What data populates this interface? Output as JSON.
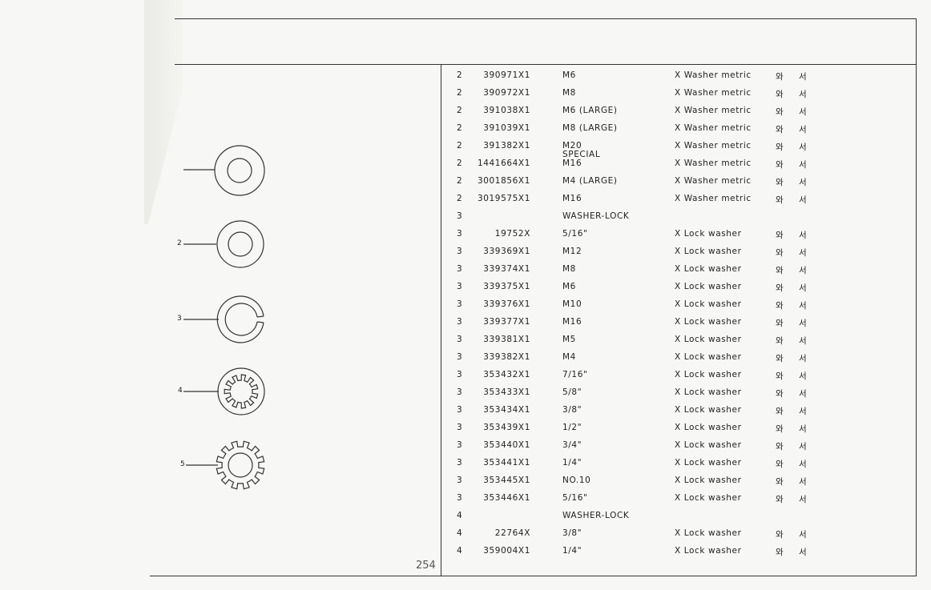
{
  "page_number": "254",
  "figure_callouts": [
    "2",
    "3",
    "4",
    "5"
  ],
  "rows": [
    {
      "qty": "2",
      "part": "390971X1",
      "desc": "M6",
      "name": "X Washer metric",
      "kor": "와 서"
    },
    {
      "qty": "2",
      "part": "390972X1",
      "desc": "M8",
      "name": "X Washer metric",
      "kor": "와 서"
    },
    {
      "qty": "2",
      "part": "391038X1",
      "desc": "M6 (LARGE)",
      "name": "X Washer metric",
      "kor": "와 서"
    },
    {
      "qty": "2",
      "part": "391039X1",
      "desc": "M8 (LARGE)",
      "name": "X Washer metric",
      "kor": "와 서"
    },
    {
      "qty": "2",
      "part": "391382X1",
      "desc": "M20",
      "sub": "SPECIAL",
      "name": "X Washer metric",
      "kor": "와 서"
    },
    {
      "qty": "2",
      "part": "1441664X1",
      "desc": "M16",
      "name": "X Washer metric",
      "kor": "와 서"
    },
    {
      "qty": "2",
      "part": "3001856X1",
      "desc": "M4 (LARGE)",
      "name": "X Washer metric",
      "kor": "와 서"
    },
    {
      "qty": "2",
      "part": "3019575X1",
      "desc": "M16",
      "name": "X Washer metric",
      "kor": "와 서"
    },
    {
      "qty": "3",
      "part": "",
      "desc": "WASHER-LOCK",
      "name": "",
      "kor": ""
    },
    {
      "qty": "3",
      "part": "19752X",
      "desc": "5/16\"",
      "name": "X Lock washer",
      "kor": "와 서"
    },
    {
      "qty": "3",
      "part": "339369X1",
      "desc": "M12",
      "name": "X Lock washer",
      "kor": "와 서"
    },
    {
      "qty": "3",
      "part": "339374X1",
      "desc": "M8",
      "name": "X Lock washer",
      "kor": "와 서"
    },
    {
      "qty": "3",
      "part": "339375X1",
      "desc": "M6",
      "name": "X Lock washer",
      "kor": "와 서"
    },
    {
      "qty": "3",
      "part": "339376X1",
      "desc": "M10",
      "name": "X Lock washer",
      "kor": "와 서"
    },
    {
      "qty": "3",
      "part": "339377X1",
      "desc": "M16",
      "name": "X Lock washer",
      "kor": "와 서"
    },
    {
      "qty": "3",
      "part": "339381X1",
      "desc": "M5",
      "name": "X Lock washer",
      "kor": "와 서"
    },
    {
      "qty": "3",
      "part": "339382X1",
      "desc": "M4",
      "name": "X Lock washer",
      "kor": "와 서"
    },
    {
      "qty": "3",
      "part": "353432X1",
      "desc": "7/16\"",
      "name": "X Lock washer",
      "kor": "와 서"
    },
    {
      "qty": "3",
      "part": "353433X1",
      "desc": "5/8\"",
      "name": "X Lock washer",
      "kor": "와 서"
    },
    {
      "qty": "3",
      "part": "353434X1",
      "desc": "3/8\"",
      "name": "X Lock washer",
      "kor": "와 서"
    },
    {
      "qty": "3",
      "part": "353439X1",
      "desc": "1/2\"",
      "name": "X Lock washer",
      "kor": "와 서"
    },
    {
      "qty": "3",
      "part": "353440X1",
      "desc": "3/4\"",
      "name": "X Lock washer",
      "kor": "와 서"
    },
    {
      "qty": "3",
      "part": "353441X1",
      "desc": "1/4\"",
      "name": "X Lock washer",
      "kor": "와 서"
    },
    {
      "qty": "3",
      "part": "353445X1",
      "desc": "NO.10",
      "name": "X Lock washer",
      "kor": "와 서"
    },
    {
      "qty": "3",
      "part": "353446X1",
      "desc": "5/16\"",
      "name": "X Lock washer",
      "kor": "와 서"
    },
    {
      "qty": "4",
      "part": "",
      "desc": "WASHER-LOCK",
      "name": "",
      "kor": ""
    },
    {
      "qty": "4",
      "part": "22764X",
      "desc": "3/8\"",
      "name": "X Lock washer",
      "kor": "와 서"
    },
    {
      "qty": "4",
      "part": "359004X1",
      "desc": "1/4\"",
      "name": "X Lock washer",
      "kor": "와 서"
    }
  ]
}
